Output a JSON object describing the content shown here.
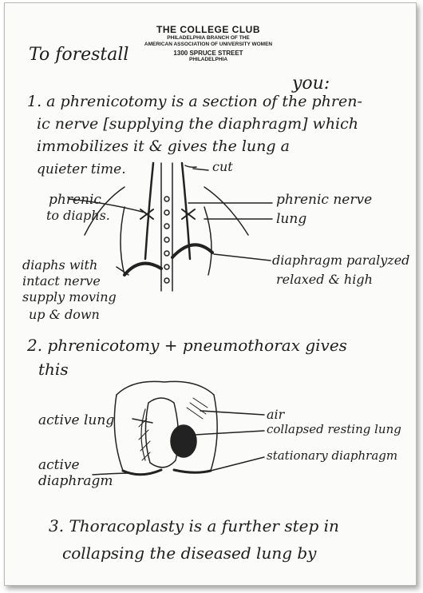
{
  "letterhead": {
    "club": "THE COLLEGE CLUB",
    "branch": "PHILADELPHIA BRANCH OF THE",
    "association": "AMERICAN ASSOCIATION OF UNIVERSITY WOMEN",
    "street": "1300 SPRUCE STREET",
    "city": "PHILADELPHIA"
  },
  "note": {
    "line1a": "To forestall",
    "line1b": "you:",
    "line2": "1. a phrenicotomy is a section of the phren-",
    "line3": "ic nerve [supplying the diaphragm] which",
    "line4": "immobilizes it & gives the lung a",
    "line5": "quieter time."
  },
  "figure1": {
    "cut": "cut",
    "phrenic_left_1": "phrenic",
    "phrenic_left_2": "to diaphs.",
    "phrenic_nerve": "phrenic nerve",
    "lung": "lung",
    "diaph_l1": "diaphs with",
    "diaph_l2": "intact nerve",
    "diaph_l3": "supply moving",
    "diaph_l4": "up & down",
    "diaph_r1": "diaphragm paralyzed",
    "diaph_r2": "relaxed & high"
  },
  "item2": {
    "line1": "2. phrenicotomy + pneumothorax gives",
    "line2": "this"
  },
  "figure2": {
    "active_lung": "active lung",
    "active_diaph_1": "active",
    "active_diaph_2": "diaphragm",
    "air": "air",
    "collapsed": "collapsed resting lung",
    "stationary": "stationary diaphragm"
  },
  "item3": {
    "line1": "3. Thoracoplasty is a further step in",
    "line2": "collapsing the diseased lung by"
  }
}
